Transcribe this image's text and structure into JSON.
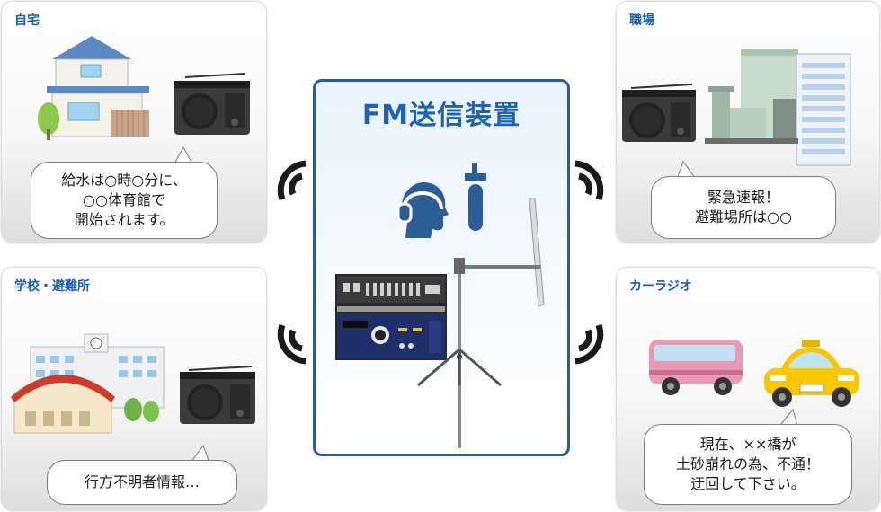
{
  "center": {
    "title": "FM送信装置"
  },
  "panels": {
    "home": {
      "title": "自宅",
      "message": [
        "給水は○時○分に、",
        "○○体育館で",
        "開始されます。"
      ]
    },
    "workplace": {
      "title": "職場",
      "message": [
        "緊急速報！",
        "避難場所は○○"
      ]
    },
    "school": {
      "title": "学校・避難所",
      "message": [
        "行方不明者情報…"
      ]
    },
    "car": {
      "title": "カーラジオ",
      "message": [
        "現在、××橋が",
        "土砂崩れの為、不通！",
        "迂回して下さい。"
      ]
    }
  },
  "colors": {
    "title_blue": "#1a5fb4",
    "frame_blue": "#2c5aa0",
    "icon_blue": "#2d5d96"
  }
}
